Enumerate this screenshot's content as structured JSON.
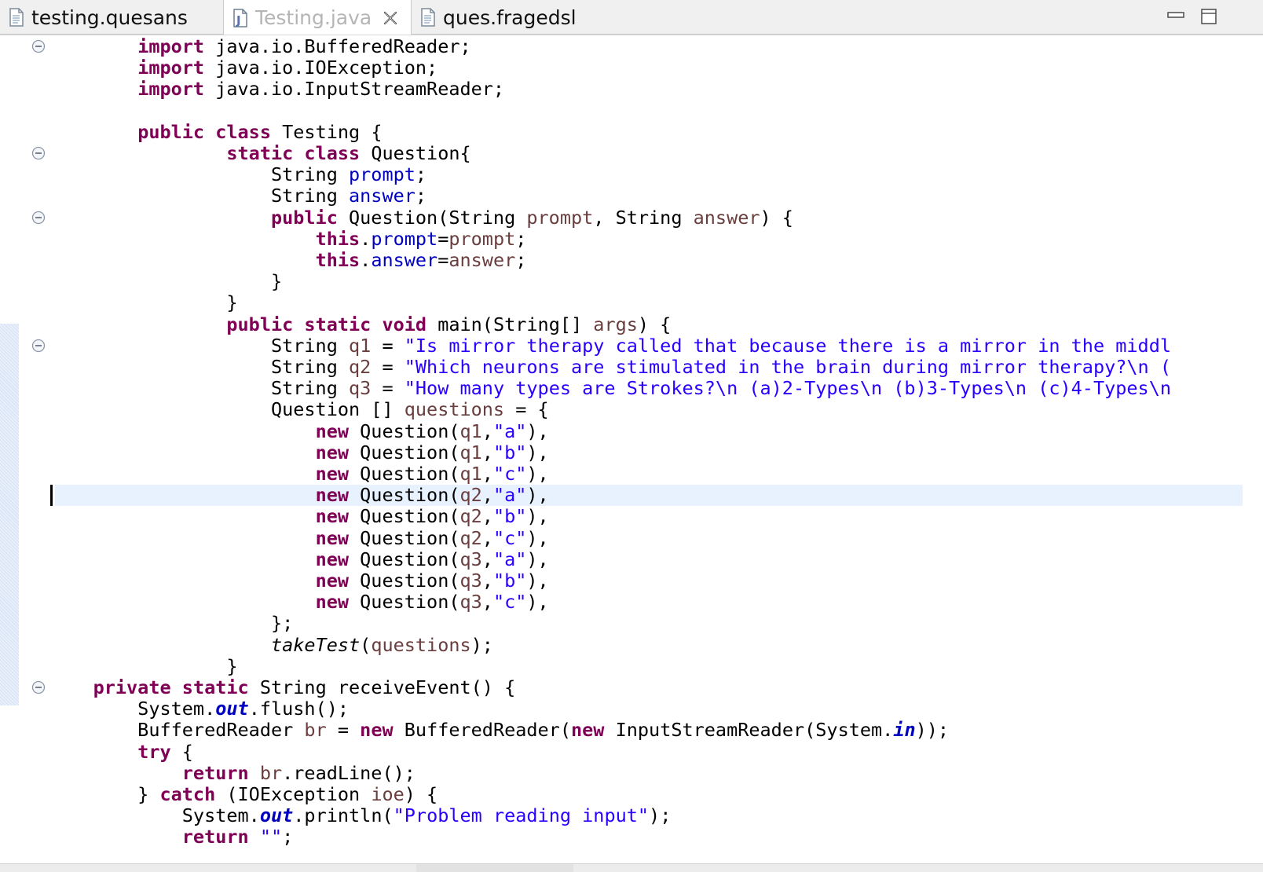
{
  "tabs": [
    {
      "label": "testing.quesans",
      "icon": "text-file-icon",
      "active": false
    },
    {
      "label": "Testing.java",
      "icon": "java-file-icon",
      "active": true
    },
    {
      "label": "ques.fragedsl",
      "icon": "text-file-icon",
      "active": false
    }
  ],
  "window_controls": [
    "minimize-icon",
    "maximize-icon"
  ],
  "colors": {
    "keyword": "#7f0055",
    "string": "#2a00ff",
    "field": "#0000c0",
    "local_variable": "#6a3e3e",
    "current_line": "#e8f2fe"
  },
  "editor": {
    "folded_lines": [
      1,
      6,
      9,
      15,
      31
    ],
    "current_line": 22,
    "lines": [
      [
        {
          "t": "        "
        },
        {
          "t": "import",
          "c": "kw"
        },
        {
          "t": " java.io.BufferedReader;"
        }
      ],
      [
        {
          "t": "        "
        },
        {
          "t": "import",
          "c": "kw"
        },
        {
          "t": " java.io.IOException;"
        }
      ],
      [
        {
          "t": "        "
        },
        {
          "t": "import",
          "c": "kw"
        },
        {
          "t": " java.io.InputStreamReader;"
        }
      ],
      [
        {
          "t": ""
        }
      ],
      [
        {
          "t": "        "
        },
        {
          "t": "public",
          "c": "kw"
        },
        {
          "t": " "
        },
        {
          "t": "class",
          "c": "kw"
        },
        {
          "t": " Testing {"
        }
      ],
      [
        {
          "t": "                "
        },
        {
          "t": "static",
          "c": "kw"
        },
        {
          "t": " "
        },
        {
          "t": "class",
          "c": "kw"
        },
        {
          "t": " Question{"
        }
      ],
      [
        {
          "t": "                    String "
        },
        {
          "t": "prompt",
          "c": "fld"
        },
        {
          "t": ";"
        }
      ],
      [
        {
          "t": "                    String "
        },
        {
          "t": "answer",
          "c": "fld"
        },
        {
          "t": ";"
        }
      ],
      [
        {
          "t": "                    "
        },
        {
          "t": "public",
          "c": "kw"
        },
        {
          "t": " Question(String "
        },
        {
          "t": "prompt",
          "c": "var"
        },
        {
          "t": ", String "
        },
        {
          "t": "answer",
          "c": "var"
        },
        {
          "t": ") {"
        }
      ],
      [
        {
          "t": "                        "
        },
        {
          "t": "this",
          "c": "kw"
        },
        {
          "t": "."
        },
        {
          "t": "prompt",
          "c": "fld"
        },
        {
          "t": "="
        },
        {
          "t": "prompt",
          "c": "var"
        },
        {
          "t": ";"
        }
      ],
      [
        {
          "t": "                        "
        },
        {
          "t": "this",
          "c": "kw"
        },
        {
          "t": "."
        },
        {
          "t": "answer",
          "c": "fld"
        },
        {
          "t": "="
        },
        {
          "t": "answer",
          "c": "var"
        },
        {
          "t": ";"
        }
      ],
      [
        {
          "t": "                    }"
        }
      ],
      [
        {
          "t": "                }"
        }
      ],
      [
        {
          "t": "                "
        },
        {
          "t": "public",
          "c": "kw"
        },
        {
          "t": " "
        },
        {
          "t": "static",
          "c": "kw"
        },
        {
          "t": " "
        },
        {
          "t": "void",
          "c": "kw"
        },
        {
          "t": " main(String[] "
        },
        {
          "t": "args",
          "c": "var"
        },
        {
          "t": ") {"
        }
      ],
      [
        {
          "t": "                    String "
        },
        {
          "t": "q1",
          "c": "var"
        },
        {
          "t": " = "
        },
        {
          "t": "\"Is mirror therapy called that because there is a mirror in the middl",
          "c": "str"
        }
      ],
      [
        {
          "t": "                    String "
        },
        {
          "t": "q2",
          "c": "var"
        },
        {
          "t": " = "
        },
        {
          "t": "\"Which neurons are stimulated in the brain during mirror therapy?\\n (",
          "c": "str"
        }
      ],
      [
        {
          "t": "                    String "
        },
        {
          "t": "q3",
          "c": "var"
        },
        {
          "t": " = "
        },
        {
          "t": "\"How many types are Strokes?\\n (a)2-Types\\n (b)3-Types\\n (c)4-Types\\n",
          "c": "str"
        }
      ],
      [
        {
          "t": "                    Question [] "
        },
        {
          "t": "questions",
          "c": "var"
        },
        {
          "t": " = {"
        }
      ],
      [
        {
          "t": "                        "
        },
        {
          "t": "new",
          "c": "kw"
        },
        {
          "t": " Question("
        },
        {
          "t": "q1",
          "c": "var"
        },
        {
          "t": ","
        },
        {
          "t": "\"a\"",
          "c": "str"
        },
        {
          "t": "),"
        }
      ],
      [
        {
          "t": "                        "
        },
        {
          "t": "new",
          "c": "kw"
        },
        {
          "t": " Question("
        },
        {
          "t": "q1",
          "c": "var"
        },
        {
          "t": ","
        },
        {
          "t": "\"b\"",
          "c": "str"
        },
        {
          "t": "),"
        }
      ],
      [
        {
          "t": "                        "
        },
        {
          "t": "new",
          "c": "kw"
        },
        {
          "t": " Question("
        },
        {
          "t": "q1",
          "c": "var"
        },
        {
          "t": ","
        },
        {
          "t": "\"c\"",
          "c": "str"
        },
        {
          "t": "),"
        }
      ],
      [
        {
          "t": "                        "
        },
        {
          "t": "new",
          "c": "kw"
        },
        {
          "t": " Question("
        },
        {
          "t": "q2",
          "c": "var"
        },
        {
          "t": ","
        },
        {
          "t": "\"a\"",
          "c": "str"
        },
        {
          "t": "),"
        }
      ],
      [
        {
          "t": "                        "
        },
        {
          "t": "new",
          "c": "kw"
        },
        {
          "t": " Question("
        },
        {
          "t": "q2",
          "c": "var"
        },
        {
          "t": ","
        },
        {
          "t": "\"b\"",
          "c": "str"
        },
        {
          "t": "),"
        }
      ],
      [
        {
          "t": "                        "
        },
        {
          "t": "new",
          "c": "kw"
        },
        {
          "t": " Question("
        },
        {
          "t": "q2",
          "c": "var"
        },
        {
          "t": ","
        },
        {
          "t": "\"c\"",
          "c": "str"
        },
        {
          "t": "),"
        }
      ],
      [
        {
          "t": "                        "
        },
        {
          "t": "new",
          "c": "kw"
        },
        {
          "t": " Question("
        },
        {
          "t": "q3",
          "c": "var"
        },
        {
          "t": ","
        },
        {
          "t": "\"a\"",
          "c": "str"
        },
        {
          "t": "),"
        }
      ],
      [
        {
          "t": "                        "
        },
        {
          "t": "new",
          "c": "kw"
        },
        {
          "t": " Question("
        },
        {
          "t": "q3",
          "c": "var"
        },
        {
          "t": ","
        },
        {
          "t": "\"b\"",
          "c": "str"
        },
        {
          "t": "),"
        }
      ],
      [
        {
          "t": "                        "
        },
        {
          "t": "new",
          "c": "kw"
        },
        {
          "t": " Question("
        },
        {
          "t": "q3",
          "c": "var"
        },
        {
          "t": ","
        },
        {
          "t": "\"c\"",
          "c": "str"
        },
        {
          "t": "),"
        }
      ],
      [
        {
          "t": "                    };"
        }
      ],
      [
        {
          "t": "                    "
        },
        {
          "t": "takeTest",
          "c": "smth"
        },
        {
          "t": "("
        },
        {
          "t": "questions",
          "c": "var"
        },
        {
          "t": ");"
        }
      ],
      [
        {
          "t": "                }"
        }
      ],
      [
        {
          "t": "    "
        },
        {
          "t": "private",
          "c": "kw"
        },
        {
          "t": " "
        },
        {
          "t": "static",
          "c": "kw"
        },
        {
          "t": " String receiveEvent() {"
        }
      ],
      [
        {
          "t": "        System."
        },
        {
          "t": "out",
          "c": "sfld"
        },
        {
          "t": ".flush();"
        }
      ],
      [
        {
          "t": "        BufferedReader "
        },
        {
          "t": "br",
          "c": "var"
        },
        {
          "t": " = "
        },
        {
          "t": "new",
          "c": "kw"
        },
        {
          "t": " BufferedReader("
        },
        {
          "t": "new",
          "c": "kw"
        },
        {
          "t": " InputStreamReader(System."
        },
        {
          "t": "in",
          "c": "sfld"
        },
        {
          "t": "));"
        }
      ],
      [
        {
          "t": "        "
        },
        {
          "t": "try",
          "c": "kw"
        },
        {
          "t": " {"
        }
      ],
      [
        {
          "t": "            "
        },
        {
          "t": "return",
          "c": "kw"
        },
        {
          "t": " "
        },
        {
          "t": "br",
          "c": "var"
        },
        {
          "t": ".readLine();"
        }
      ],
      [
        {
          "t": "        } "
        },
        {
          "t": "catch",
          "c": "kw"
        },
        {
          "t": " (IOException "
        },
        {
          "t": "ioe",
          "c": "var"
        },
        {
          "t": ") {"
        }
      ],
      [
        {
          "t": "            System."
        },
        {
          "t": "out",
          "c": "sfld"
        },
        {
          "t": ".println("
        },
        {
          "t": "\"Problem reading input\"",
          "c": "str"
        },
        {
          "t": ");"
        }
      ],
      [
        {
          "t": "            "
        },
        {
          "t": "return",
          "c": "kw"
        },
        {
          "t": " "
        },
        {
          "t": "\"\"",
          "c": "str"
        },
        {
          "t": ";"
        }
      ]
    ]
  }
}
